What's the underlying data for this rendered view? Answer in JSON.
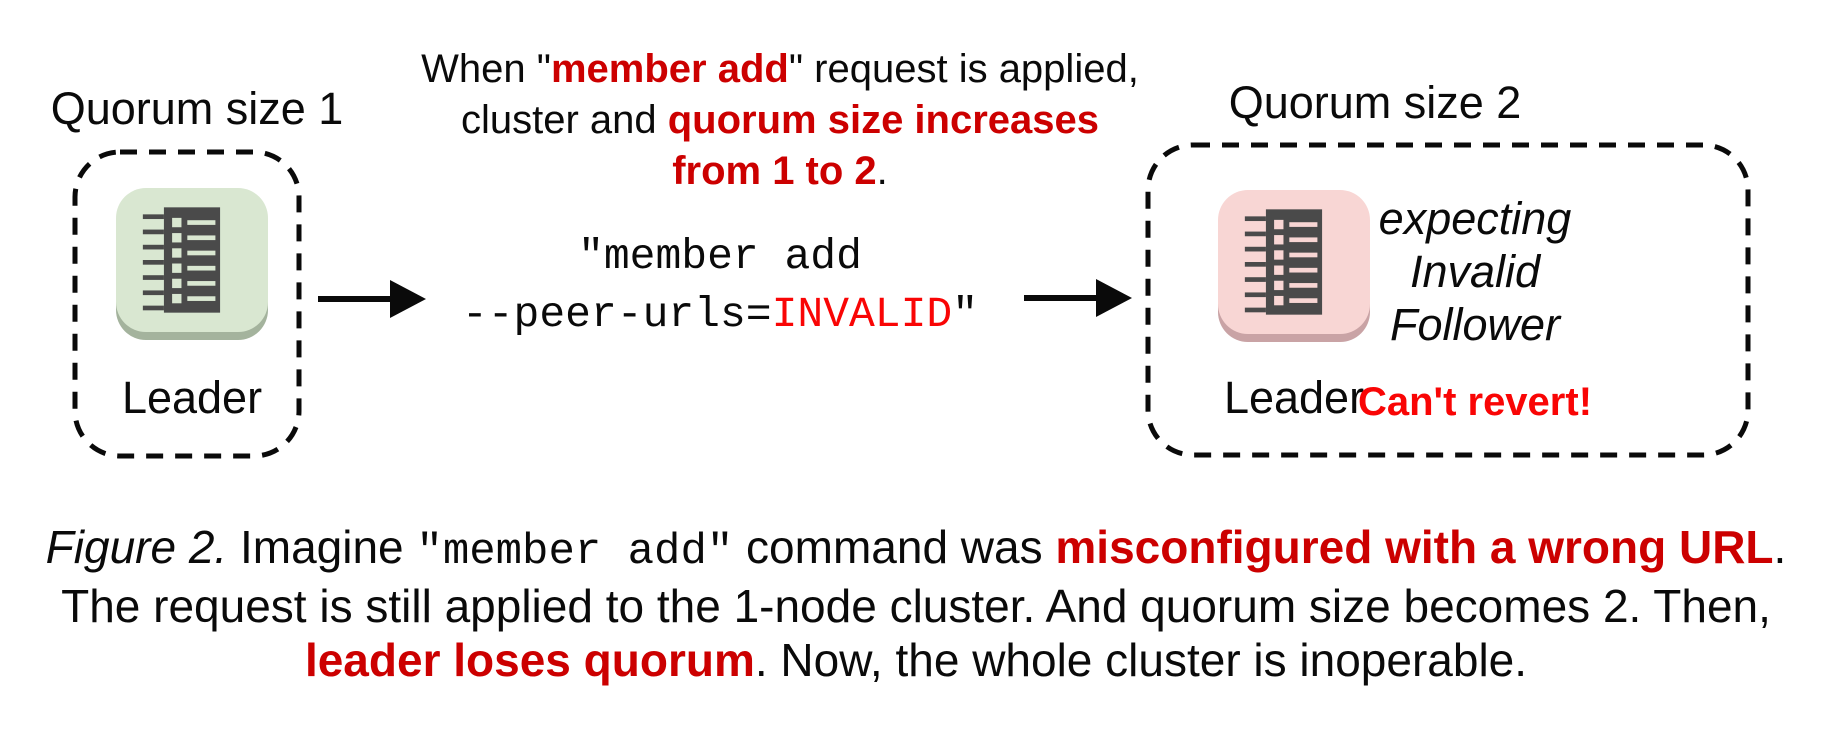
{
  "figure": {
    "left_cluster": {
      "title": "Quorum size 1",
      "node_label": "Leader"
    },
    "transition_note": {
      "line1_pre": "When \"",
      "line1_highlight": "member add",
      "line1_post": "\" request is applied,",
      "line2_pre": "cluster and ",
      "line2_highlight": "quorum size increases",
      "line3_highlight": "from 1 to 2",
      "line3_post": "."
    },
    "command": {
      "line1": "\"member add",
      "line2_pre": "--peer-urls=",
      "line2_highlight": "INVALID",
      "line2_post": "\""
    },
    "right_cluster": {
      "title": "Quorum size 2",
      "node_label": "Leader",
      "expecting_line1": "expecting",
      "expecting_line2": "Invalid",
      "expecting_line3": "Follower",
      "warning": "Can't revert!"
    },
    "caption": {
      "figure_label": "Figure 2.",
      "l1_a": " Imagine ",
      "l1_code": "\"member add\"",
      "l1_b": " command was ",
      "l1_red": "misconfigured with a wrong URL",
      "l1_c": ".",
      "l2": "The request is still applied to the 1-node cluster. And quorum size becomes 2. Then,",
      "l3_red": "leader loses quorum",
      "l3_a": ". Now, the whole cluster is inoperable."
    },
    "colors": {
      "highlight_red": "#cc0000",
      "alert_red": "#f90505",
      "leader_ok_bg": "#d9e7d1",
      "leader_ok_shadow": "#a4b39d",
      "leader_bad_bg": "#f8d6d4",
      "leader_bad_shadow": "#c9a3a5",
      "icon_glyph": "#4a4a4a",
      "text_black": "#0a0a0a"
    }
  }
}
